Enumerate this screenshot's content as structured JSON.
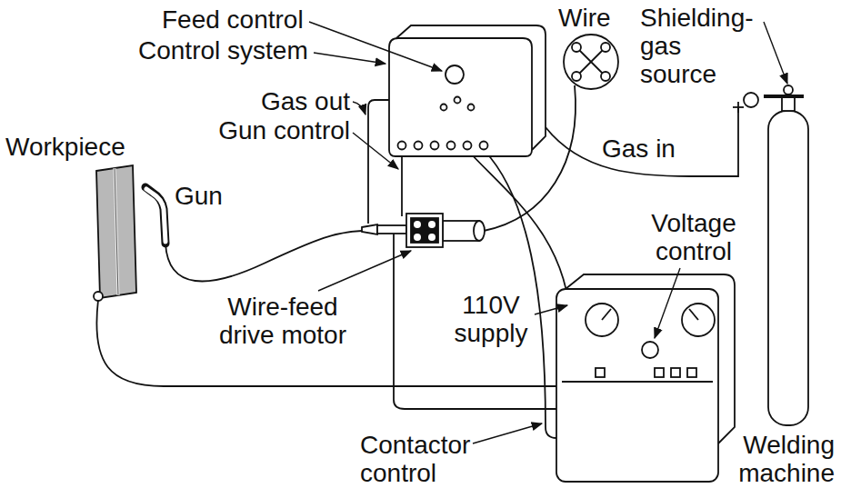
{
  "diagram": {
    "labels": [
      "Feed control",
      "Control system",
      "Wire",
      "Shielding-gas source",
      "Gas out",
      "Gun control",
      "Gas in",
      "Workpiece",
      "Gun",
      "Voltage control",
      "Wire-feed drive motor",
      "110V supply",
      "Contactor control",
      "Welding machine"
    ]
  }
}
